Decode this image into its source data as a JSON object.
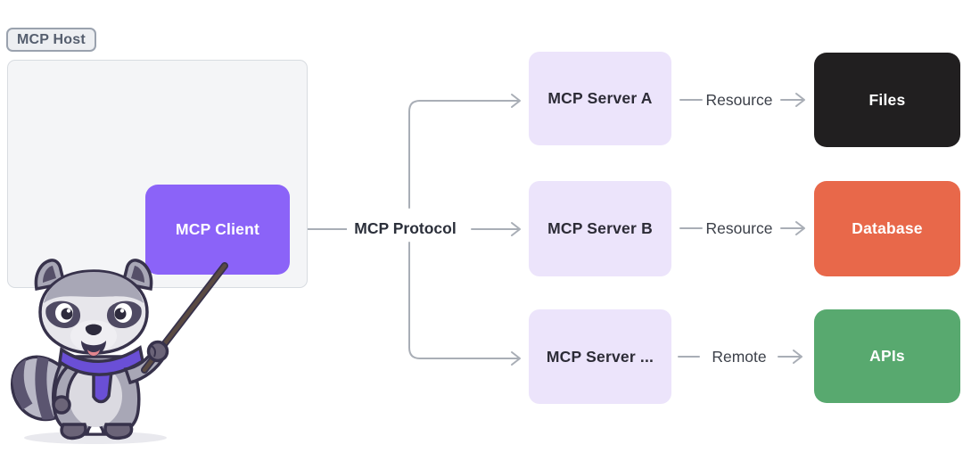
{
  "host": {
    "badge": "MCP Host"
  },
  "client": {
    "label": "MCP Client"
  },
  "protocol": {
    "label": "MCP Protocol"
  },
  "rows": [
    {
      "server": "MCP Server A",
      "link": "Resource",
      "target": "Files"
    },
    {
      "server": "MCP Server B",
      "link": "Resource",
      "target": "Database"
    },
    {
      "server": "MCP Server ...",
      "link": "Remote",
      "target": "APIs"
    }
  ],
  "mascot": {
    "icon": "raccoon-with-pointer-mascot"
  },
  "colors": {
    "client_purple": "#8b63f8",
    "server_lavender": "#ece4fb",
    "files_black": "#211f20",
    "database_orange": "#e8684a",
    "apis_green": "#58a96f",
    "connector_gray": "#a9aeb6",
    "host_fill": "#f4f5f7",
    "scarf_purple": "#6a4fd6"
  }
}
